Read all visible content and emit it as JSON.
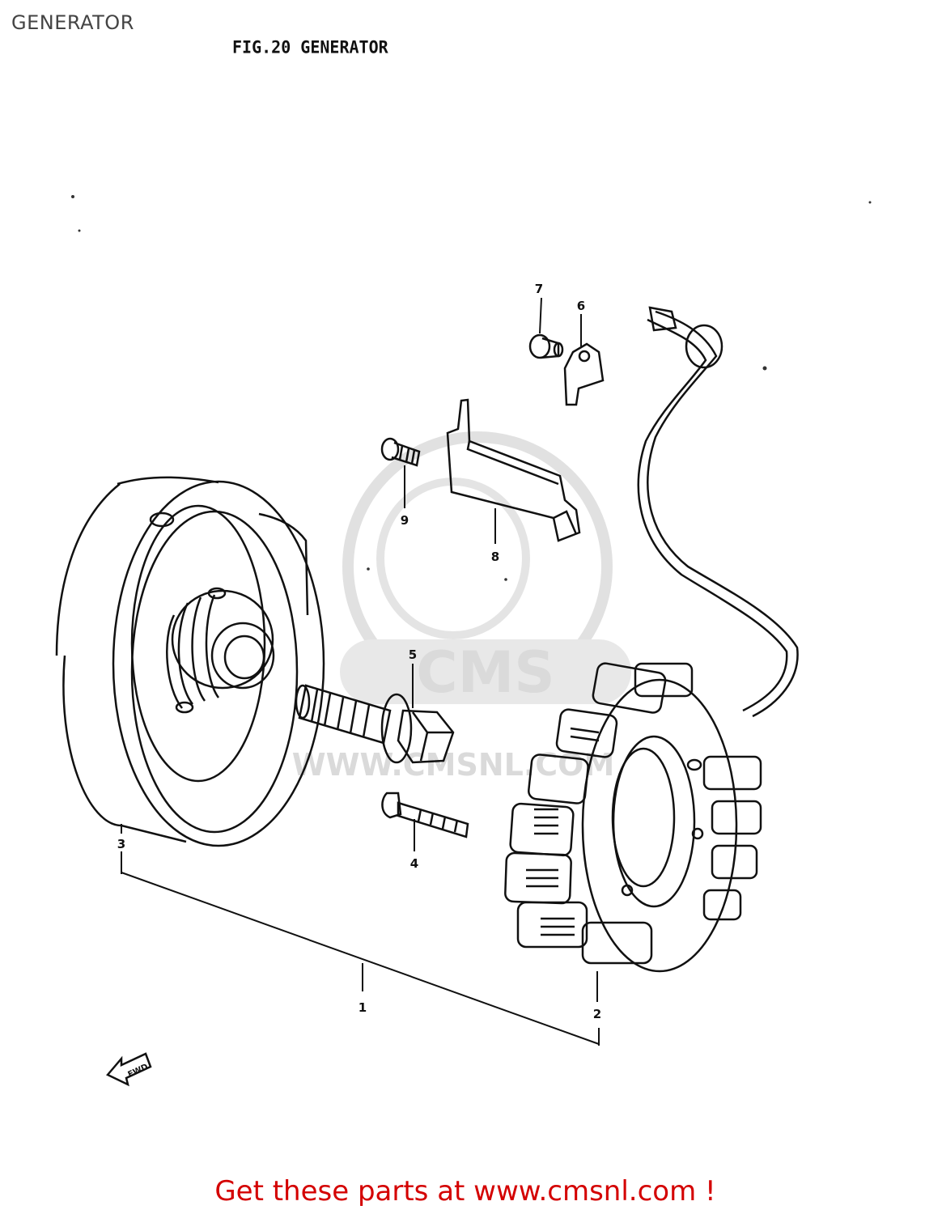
{
  "header": {
    "title": "GENERATOR"
  },
  "figure": {
    "title": "FIG.20  GENERATOR",
    "callouts": [
      {
        "id": "1",
        "label": "1"
      },
      {
        "id": "2",
        "label": "2"
      },
      {
        "id": "3",
        "label": "3"
      },
      {
        "id": "4",
        "label": "4"
      },
      {
        "id": "5",
        "label": "5"
      },
      {
        "id": "6",
        "label": "6"
      },
      {
        "id": "7",
        "label": "7"
      },
      {
        "id": "8",
        "label": "8"
      },
      {
        "id": "9",
        "label": "9"
      }
    ],
    "direction_arrow": "FWD"
  },
  "watermark": {
    "logo_text": "CMS",
    "url_text": "WWW.CMSNL.COM"
  },
  "footer": {
    "link_text": "Get these parts at www.cmsnl.com !"
  },
  "colors": {
    "link": "#d40000",
    "line": "#111111",
    "watermark": "#d6d6d6"
  }
}
